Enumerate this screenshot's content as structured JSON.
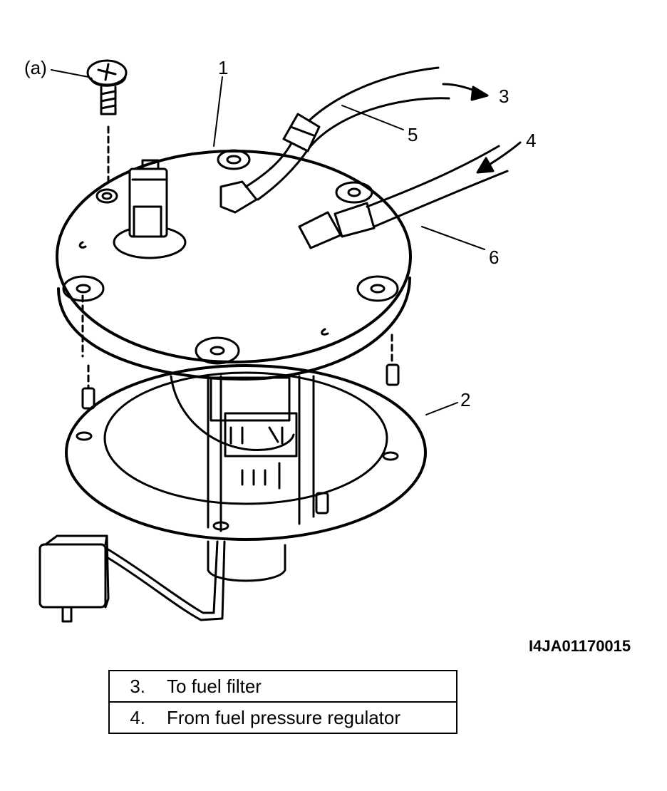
{
  "callouts": {
    "a": "(a)",
    "n1": "1",
    "n2": "2",
    "n3": "3",
    "n4": "4",
    "n5": "5",
    "n6": "6"
  },
  "figure_id": "I4JA01170015",
  "legend": [
    {
      "number": "3.",
      "text": "To fuel filter"
    },
    {
      "number": "4.",
      "text": "From fuel pressure regulator"
    }
  ]
}
